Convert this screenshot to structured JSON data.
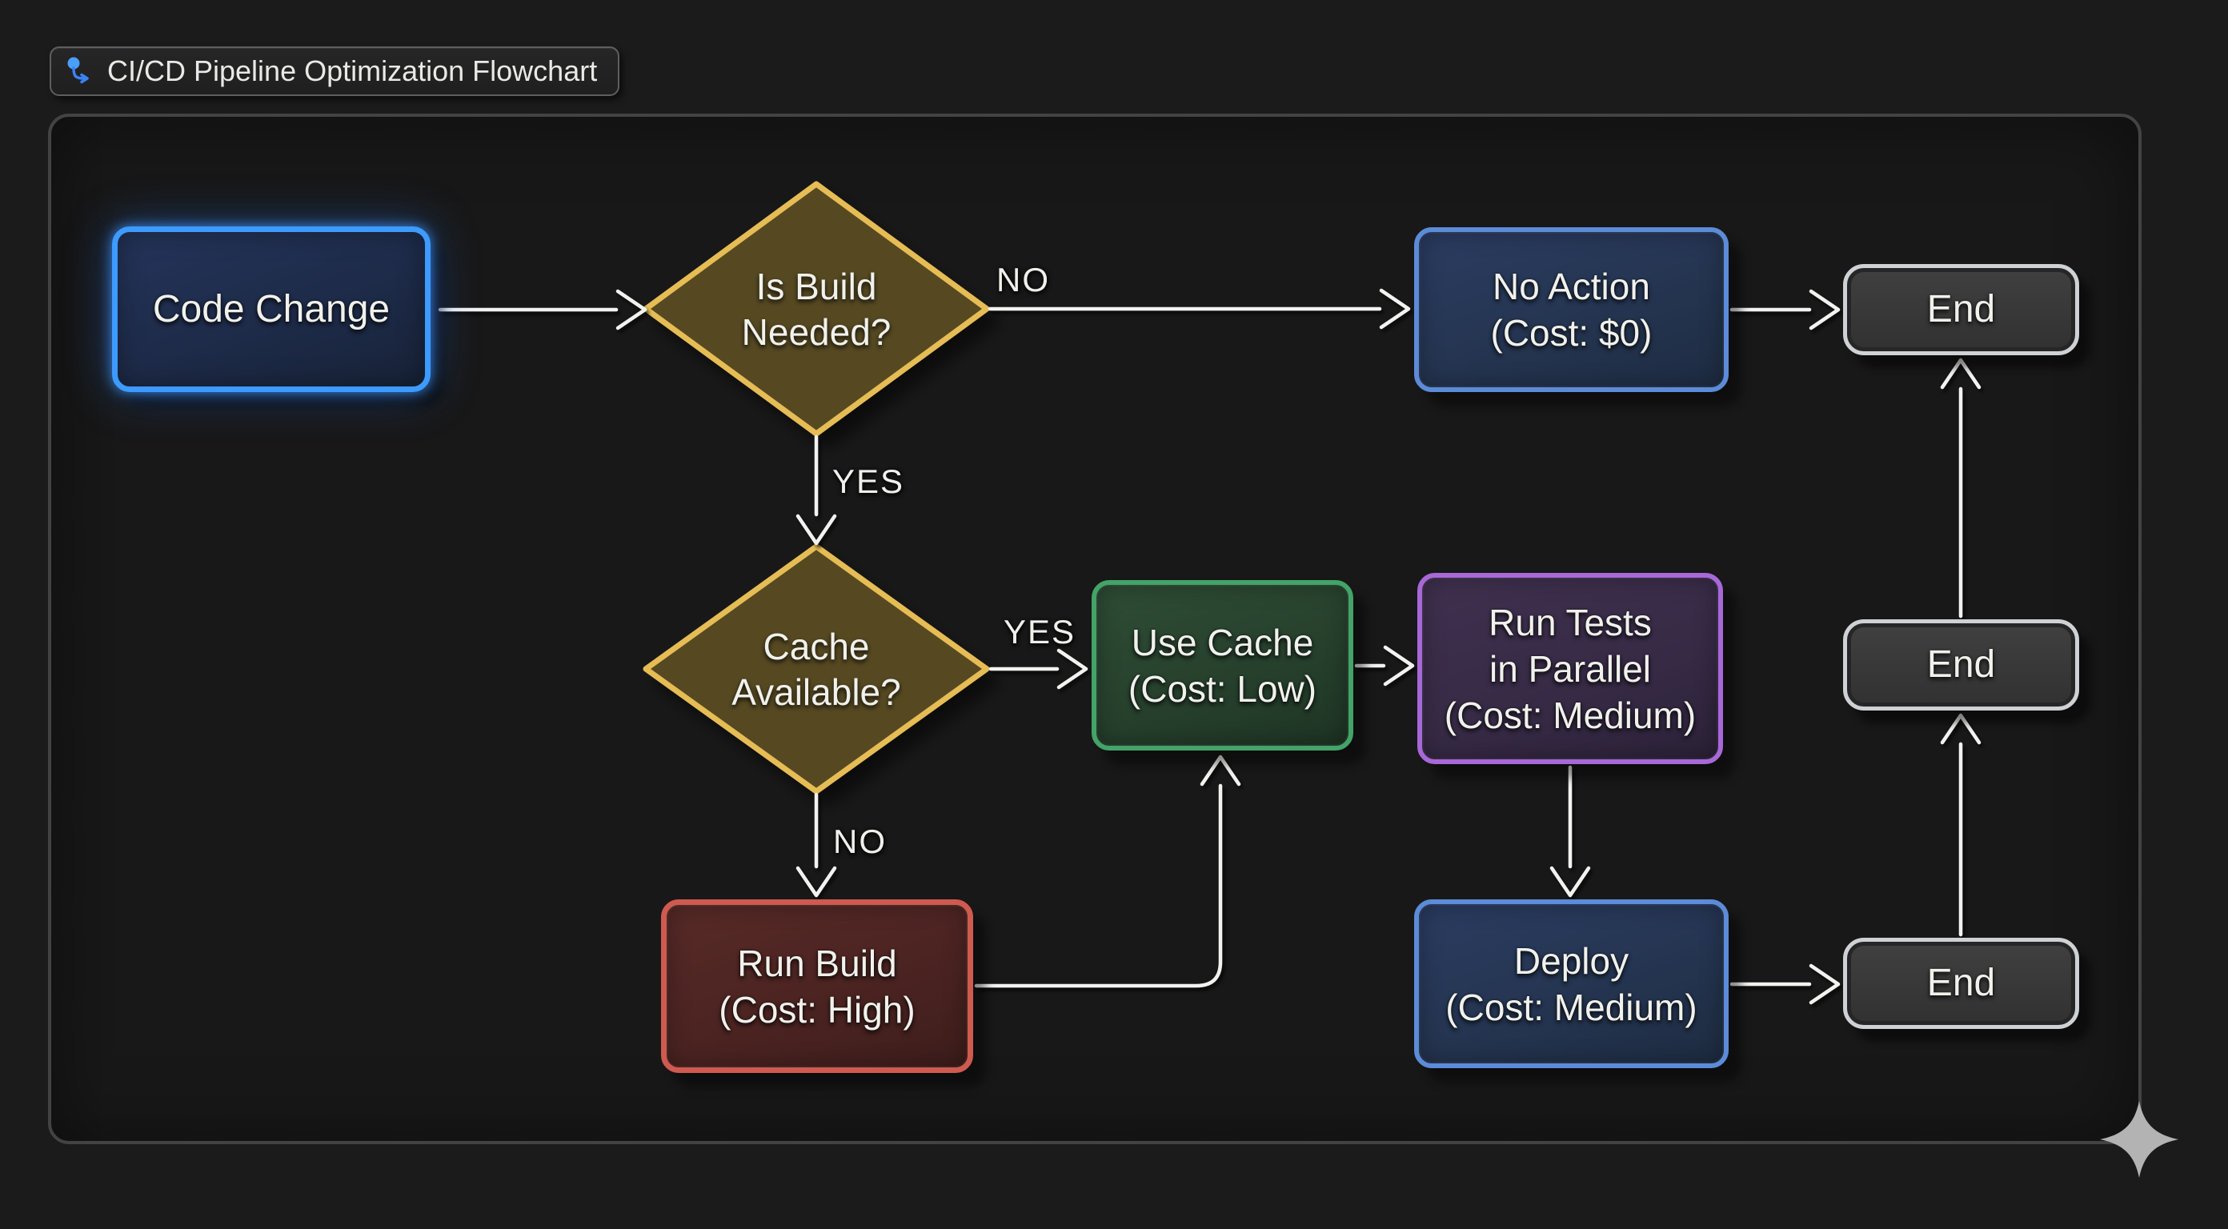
{
  "title": {
    "icon": "flow-branch-icon",
    "text": "CI/CD Pipeline Optimization Flowchart"
  },
  "nodes": {
    "code_change": {
      "label": "Code Change"
    },
    "is_build_needed": {
      "line1": "Is Build",
      "line2": "Needed?"
    },
    "no_action": {
      "line1": "No Action",
      "line2": "(Cost: $0)"
    },
    "end_top": {
      "label": "End"
    },
    "cache_available": {
      "line1": "Cache",
      "line2": "Available?"
    },
    "use_cache": {
      "line1": "Use Cache",
      "line2": "(Cost: Low)"
    },
    "run_tests_parallel": {
      "line1": "Run Tests",
      "line2": "in Parallel",
      "line3": "(Cost: Medium)"
    },
    "end_middle": {
      "label": "End"
    },
    "run_build": {
      "line1": "Run Build",
      "line2": "(Cost: High)"
    },
    "deploy": {
      "line1": "Deploy",
      "line2": "(Cost: Medium)"
    },
    "end_bottom": {
      "label": "End"
    }
  },
  "edge_labels": {
    "build_no": "NO",
    "build_yes": "YES",
    "cache_yes": "YES",
    "cache_no": "NO"
  },
  "colors": {
    "background": "#1b1b1b",
    "panel_border": "#434343",
    "arrow": "#f2f2f0",
    "start_border": "#3d9aff",
    "decision_border": "#e6bc55",
    "decision_fill": "#564a22",
    "blue_border": "#5c8bd8",
    "blue_fill": "#263450",
    "green_border": "#43a368",
    "green_fill": "#273f2d",
    "purple_border": "#a868d8",
    "purple_fill": "#362a45",
    "red_border": "#cf5a50",
    "red_fill": "#4a2321",
    "end_border": "#cfd2d5",
    "end_fill": "#373737",
    "sparkle": "#b3b3b3",
    "title_icon": "#4a9eff"
  }
}
